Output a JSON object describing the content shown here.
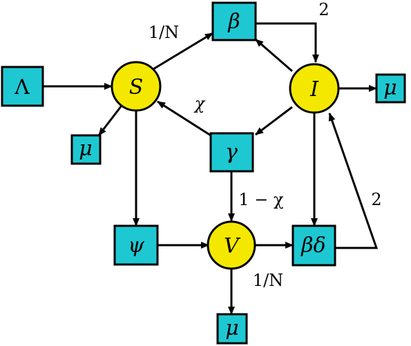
{
  "nodes": {
    "S": "S",
    "I": "I",
    "V": "V"
  },
  "boxes": {
    "lambda": "Λ",
    "beta": "β",
    "gamma": "γ",
    "psi": "ψ",
    "beta_delta": "βδ",
    "mu_s": "μ",
    "mu_i": "μ",
    "mu_v": "μ"
  },
  "edge_labels": {
    "s_to_beta": "1/N",
    "beta_to_i": "2",
    "gamma_to_s": "χ",
    "gamma_to_v": "1 − χ",
    "bd_to_i": "2",
    "v_to_bd": "1/N"
  },
  "colors": {
    "box_fill": "#1ec8d2",
    "node_fill": "#f5e800"
  }
}
